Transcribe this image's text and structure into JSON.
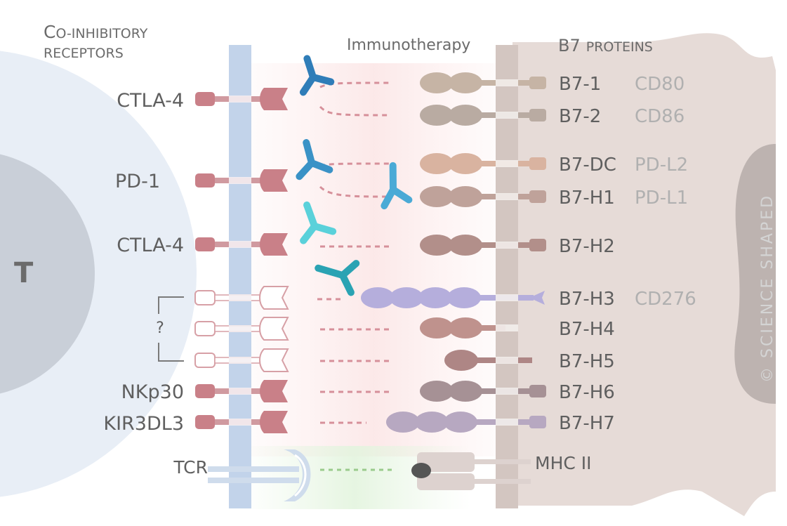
{
  "headers": {
    "coinhibitory_big": "C",
    "coinhibitory_rest": "O-INHIBITORY",
    "receptors": "RECEPTORS",
    "immunotherapy": "Immunotherapy",
    "b7_prefix": "B7",
    "b7_suffix": "PROTEINS"
  },
  "t_cell_label": "T",
  "receptors": [
    {
      "label": "CTLA-4",
      "state": "filled"
    },
    {
      "label": "PD-1",
      "state": "filled"
    },
    {
      "label": "CTLA-4",
      "state": "filled"
    },
    {
      "label": "",
      "state": "unknown"
    },
    {
      "label": "",
      "state": "unknown"
    },
    {
      "label": "",
      "state": "unknown"
    },
    {
      "label": "NKp30",
      "state": "filled"
    },
    {
      "label": "KIR3DL3",
      "state": "filled"
    }
  ],
  "unknown_marker": "?",
  "ligands": [
    {
      "name": "B7-1",
      "alias": "CD80",
      "color": "#c6b4a5"
    },
    {
      "name": "B7-2",
      "alias": "CD86",
      "color": "#b9aba2"
    },
    {
      "name": "B7-DC",
      "alias": "PD-L2",
      "color": "#d9b3a0"
    },
    {
      "name": "B7-H1",
      "alias": "PD-L1",
      "color": "#bfa29a"
    },
    {
      "name": "B7-H2",
      "alias": "",
      "color": "#b28f8a"
    },
    {
      "name": "B7-H3",
      "alias": "CD276",
      "color": "#b5aedc"
    },
    {
      "name": "B7-H4",
      "alias": "",
      "color": "#bf928d"
    },
    {
      "name": "B7-H5",
      "alias": "",
      "color": "#ae8685"
    },
    {
      "name": "B7-H6",
      "alias": "",
      "color": "#a69195"
    },
    {
      "name": "B7-H7",
      "alias": "",
      "color": "#b7a8c1"
    }
  ],
  "tcr_label": "TCR",
  "mhc_label": "MHC II",
  "watermark": "© SCIENCE SHAPED",
  "colors": {
    "t_cell": "#e8eef6",
    "t_nucleus": "#c9cfd8",
    "membrane": "#c2d3ea",
    "apc_body": "#e6dbd7",
    "apc_membrane": "#d3c6c1",
    "receptor": "#c98088",
    "antibody_dark": "#2f7db8",
    "antibody_mid": "#3a92c6",
    "antibody_light": "#5ad1da",
    "antibody_teal": "#2aa3b3",
    "tcr": "#cfdcec",
    "mhc_peptide": "#555555"
  }
}
